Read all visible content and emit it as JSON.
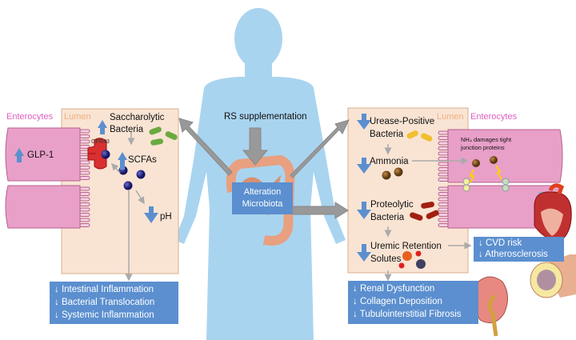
{
  "center": {
    "supplement": "RS supplementation",
    "alteration_line1": "Alteration",
    "alteration_line2": "Microbiota"
  },
  "left": {
    "enterocytes": "Enterocytes",
    "lumen": "Lumen",
    "glp1": "GLP-1",
    "gpr43": "GPR43",
    "saccharolytic_1": "Saccharolytic",
    "saccharolytic_2": "Bacteria",
    "scfas": "SCFAs",
    "ph": "pH",
    "outcomes": [
      "↓ Intestinal Inflammation",
      "↓ Bacterial Translocation",
      "↓ Systemic Inflammation"
    ]
  },
  "right": {
    "lumen": "Lumen",
    "enterocytes": "Enterocytes",
    "urease_1": "Urease-Positive",
    "urease_2": "Bacteria",
    "ammonia": "Ammonia",
    "nh4_1": "NH₄ damages tight",
    "nh4_2": "junction proteins",
    "proteolytic_1": "Proteolytic",
    "proteolytic_2": "Bacteria",
    "uremic_1": "Uremic Retention",
    "uremic_2": "Solutes",
    "cvd": [
      "↓ CVD risk",
      "↓ Atherosclerosis"
    ],
    "renal": [
      "↓ Renal Dysfunction",
      "↓ Collagen Deposition",
      "↓ Tubulointerstitial Fibrosis"
    ]
  },
  "colors": {
    "body": "#a9d4f0",
    "panel": "#f9e4d4",
    "result_box": "#5b8fcf",
    "arrow_up_down": "#5b8fcf",
    "gray_arrow": "#999999",
    "enterocyte": "#e8a0c8"
  }
}
